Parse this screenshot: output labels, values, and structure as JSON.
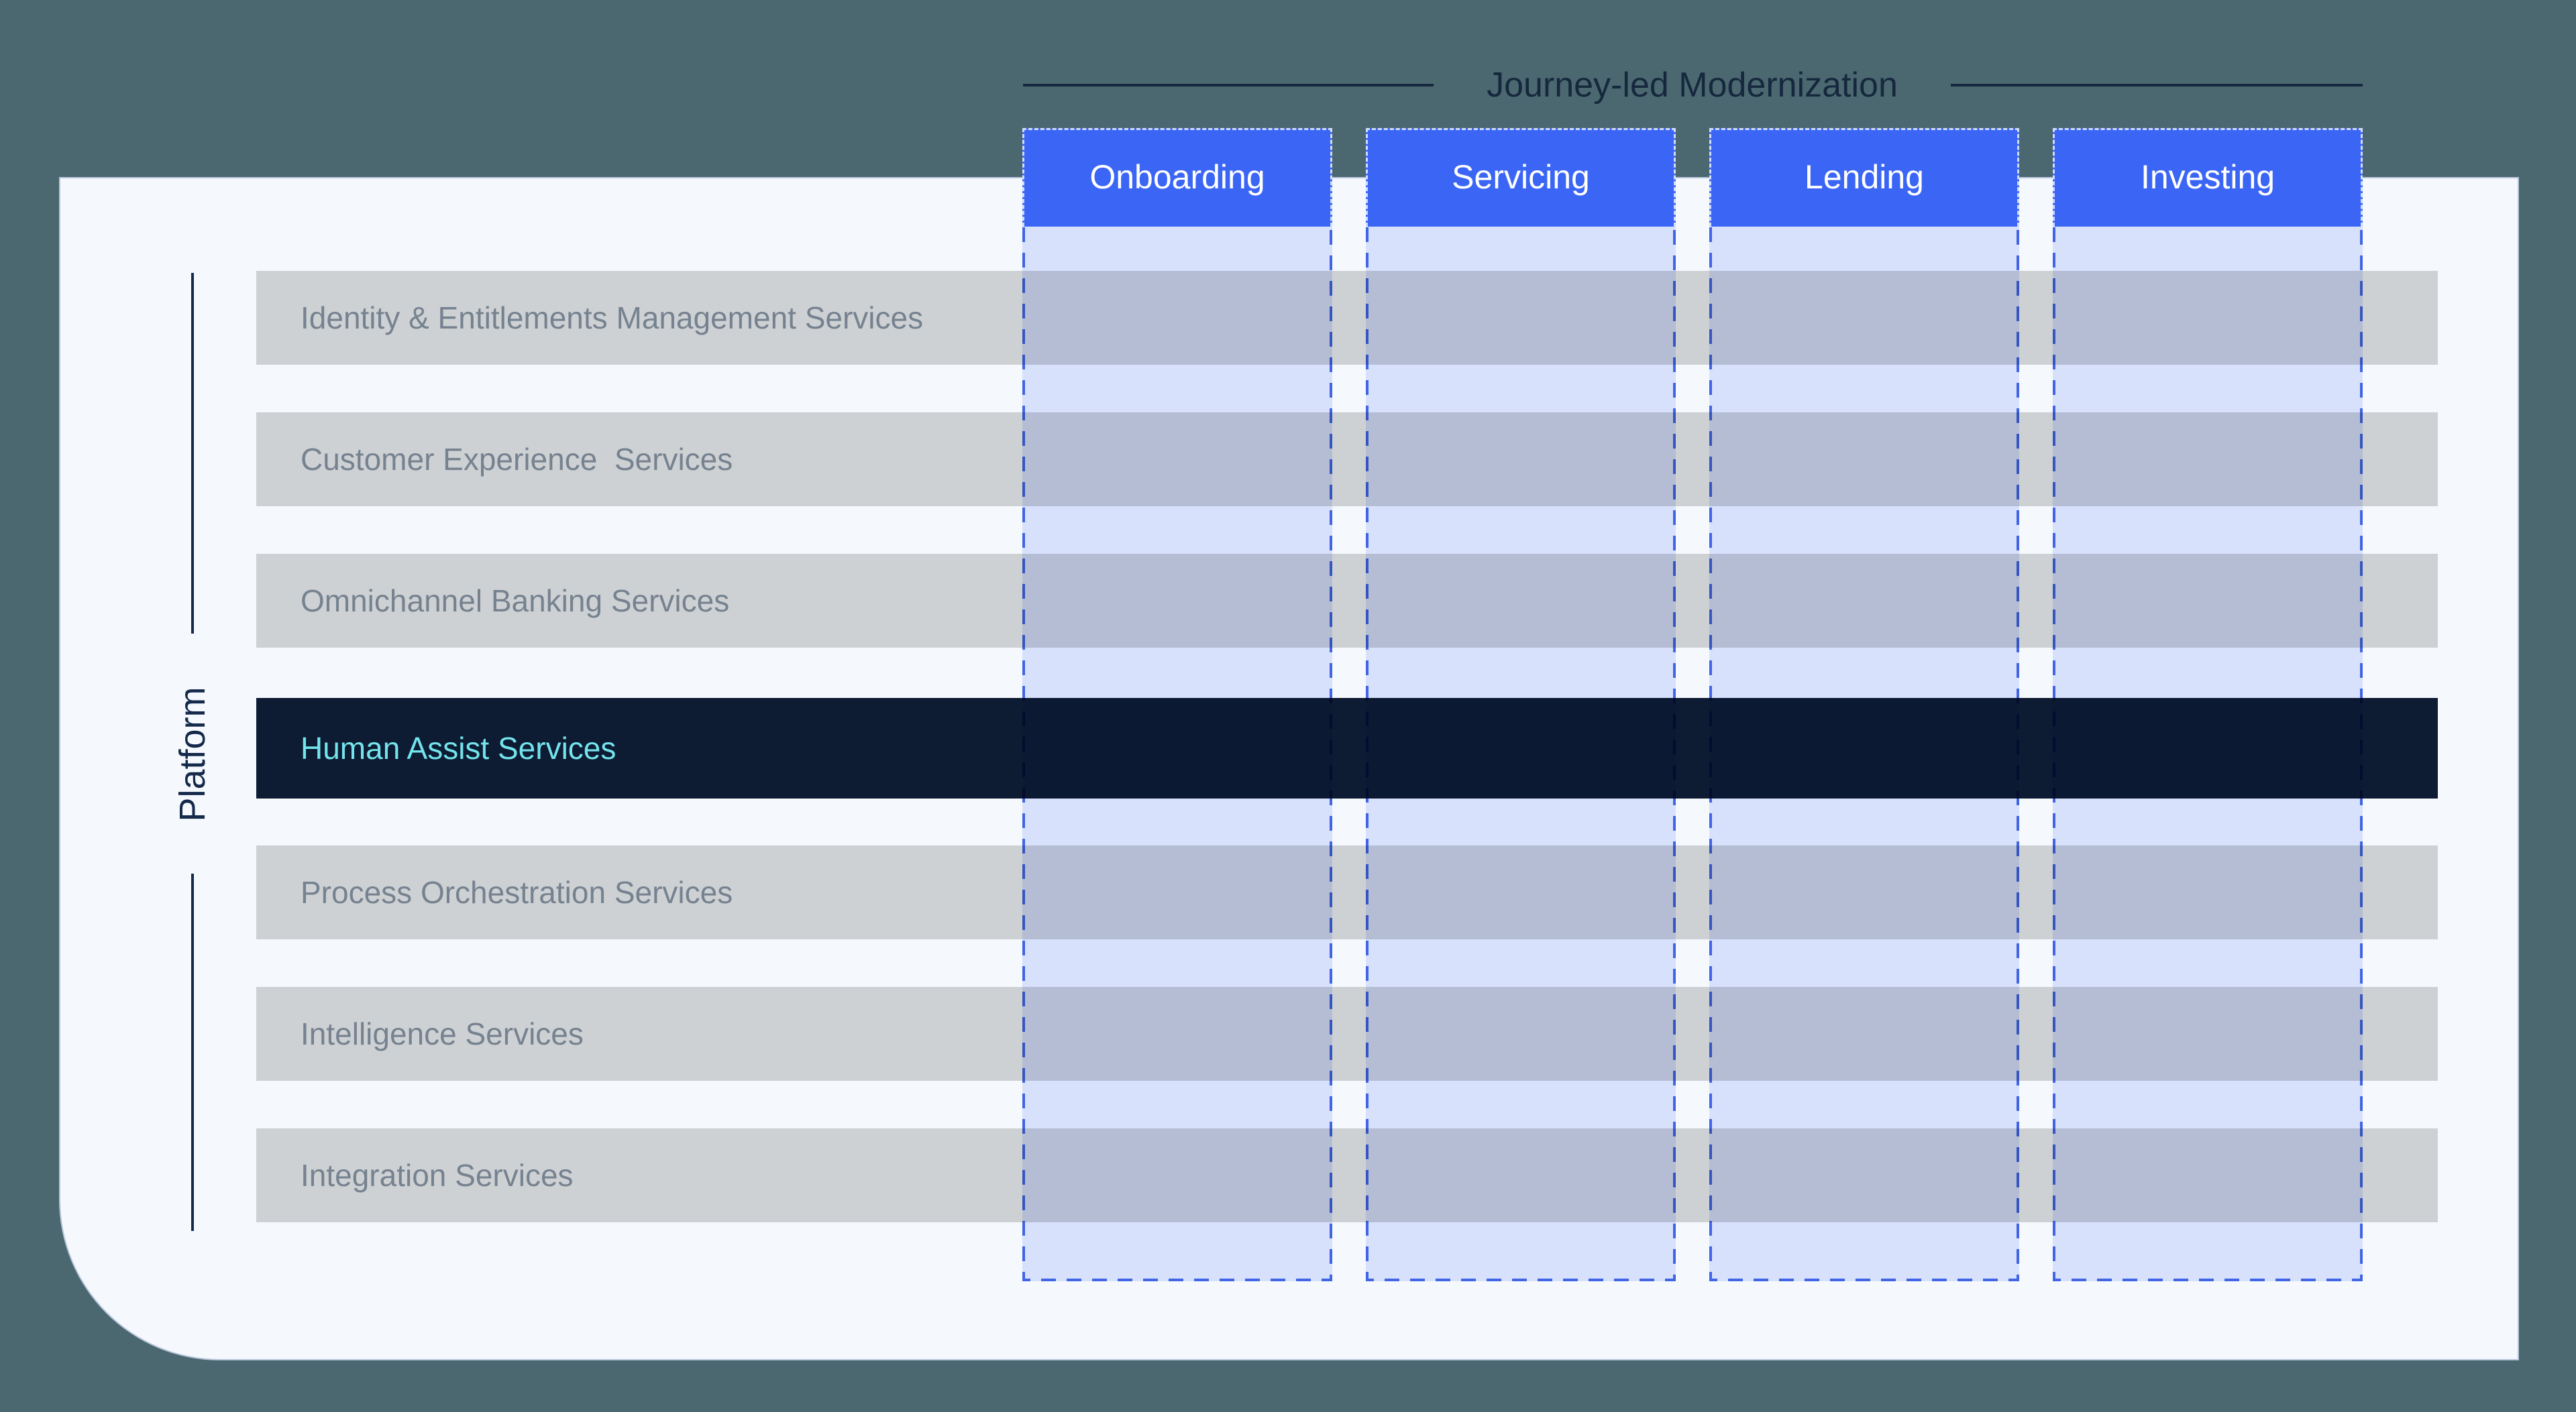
{
  "header": {
    "title": "Journey-led Modernization"
  },
  "journeys": {
    "items": [
      {
        "label": "Onboarding"
      },
      {
        "label": "Servicing"
      },
      {
        "label": "Lending"
      },
      {
        "label": "Investing"
      }
    ]
  },
  "platform": {
    "label": "Platform",
    "services": [
      {
        "label": "Identity & Entitlements Management Services",
        "highlighted": false
      },
      {
        "label": "Customer Experience  Services",
        "highlighted": false
      },
      {
        "label": "Omnichannel Banking Services",
        "highlighted": false
      },
      {
        "label": "Human Assist Services",
        "highlighted": true
      },
      {
        "label": "Process Orchestration Services",
        "highlighted": false
      },
      {
        "label": "Intelligence Services",
        "highlighted": false
      },
      {
        "label": "Integration Services",
        "highlighted": false
      }
    ]
  },
  "colors": {
    "background_slate": "#4B6870",
    "card_background": "#F5F9FD",
    "journey_header_blue": "#3B66F5",
    "journey_column_fill": "#D7E1FC",
    "journey_dash_blue": "#4D72E8",
    "service_row_gray": "#CDD1D4",
    "service_label_gray": "#76828F",
    "highlight_row_navy": "#0D1B33",
    "highlight_label_cyan": "#74E4EC",
    "title_navy": "#16283E"
  }
}
